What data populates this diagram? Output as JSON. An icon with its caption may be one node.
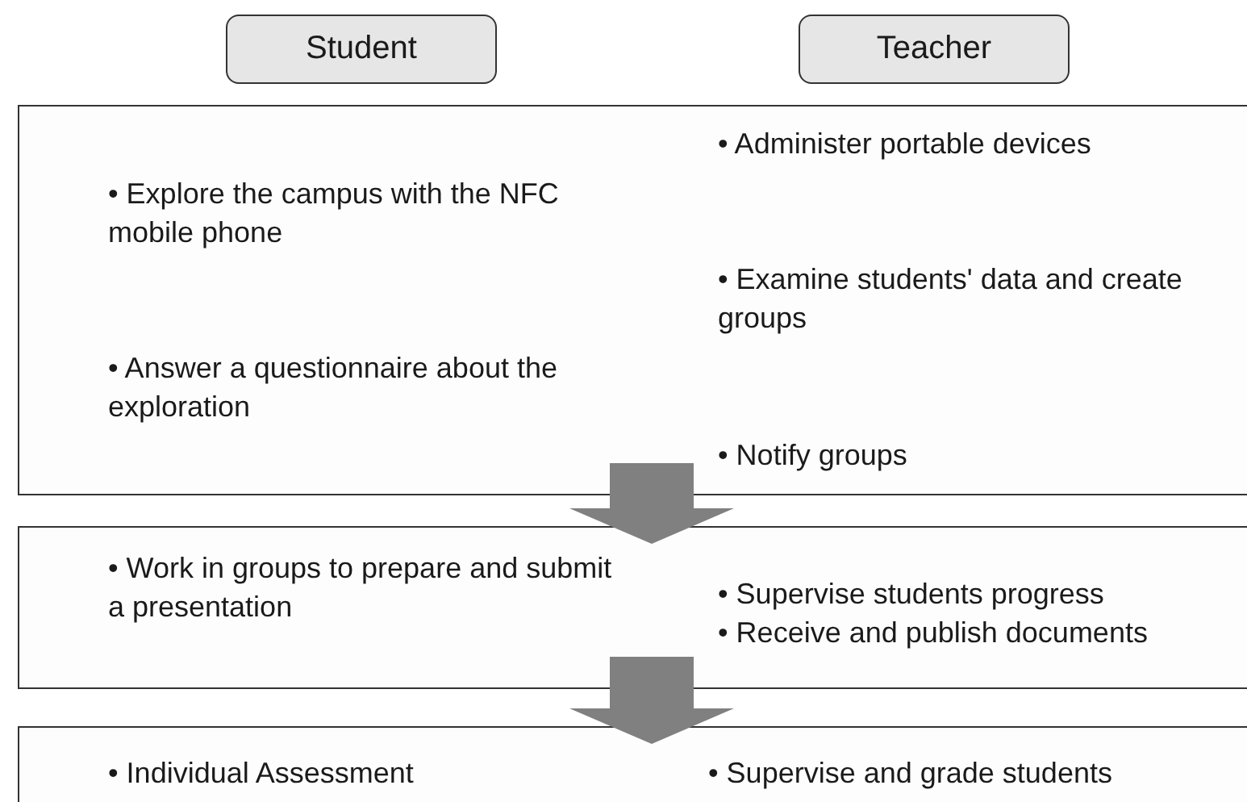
{
  "diagram": {
    "nodes": [
      {
        "text": [
          "Student"
        ]
      },
      {
        "text": [
          "Teacher"
        ]
      },
      {
        "text": [
          "• Explore the campus with the NFC mobile phone",
          "• Answer a questionnaire about the exploration",
          "• Administer portable devices",
          "• Examine students' data and create groups",
          "• Notify groups"
        ]
      },
      {
        "text": [
          "• Work in groups to prepare and submit a presentation",
          "• Supervise students progress",
          "• Receive and publish documents"
        ]
      },
      {
        "text": [
          "• Individual Assessment",
          "• Supervise and grade students"
        ]
      }
    ],
    "edges": [
      {
        "from": 2,
        "to": 3,
        "arrow": "to",
        "style": "thick"
      },
      {
        "from": 3,
        "to": 4,
        "arrow": "to",
        "style": "thick"
      }
    ]
  }
}
